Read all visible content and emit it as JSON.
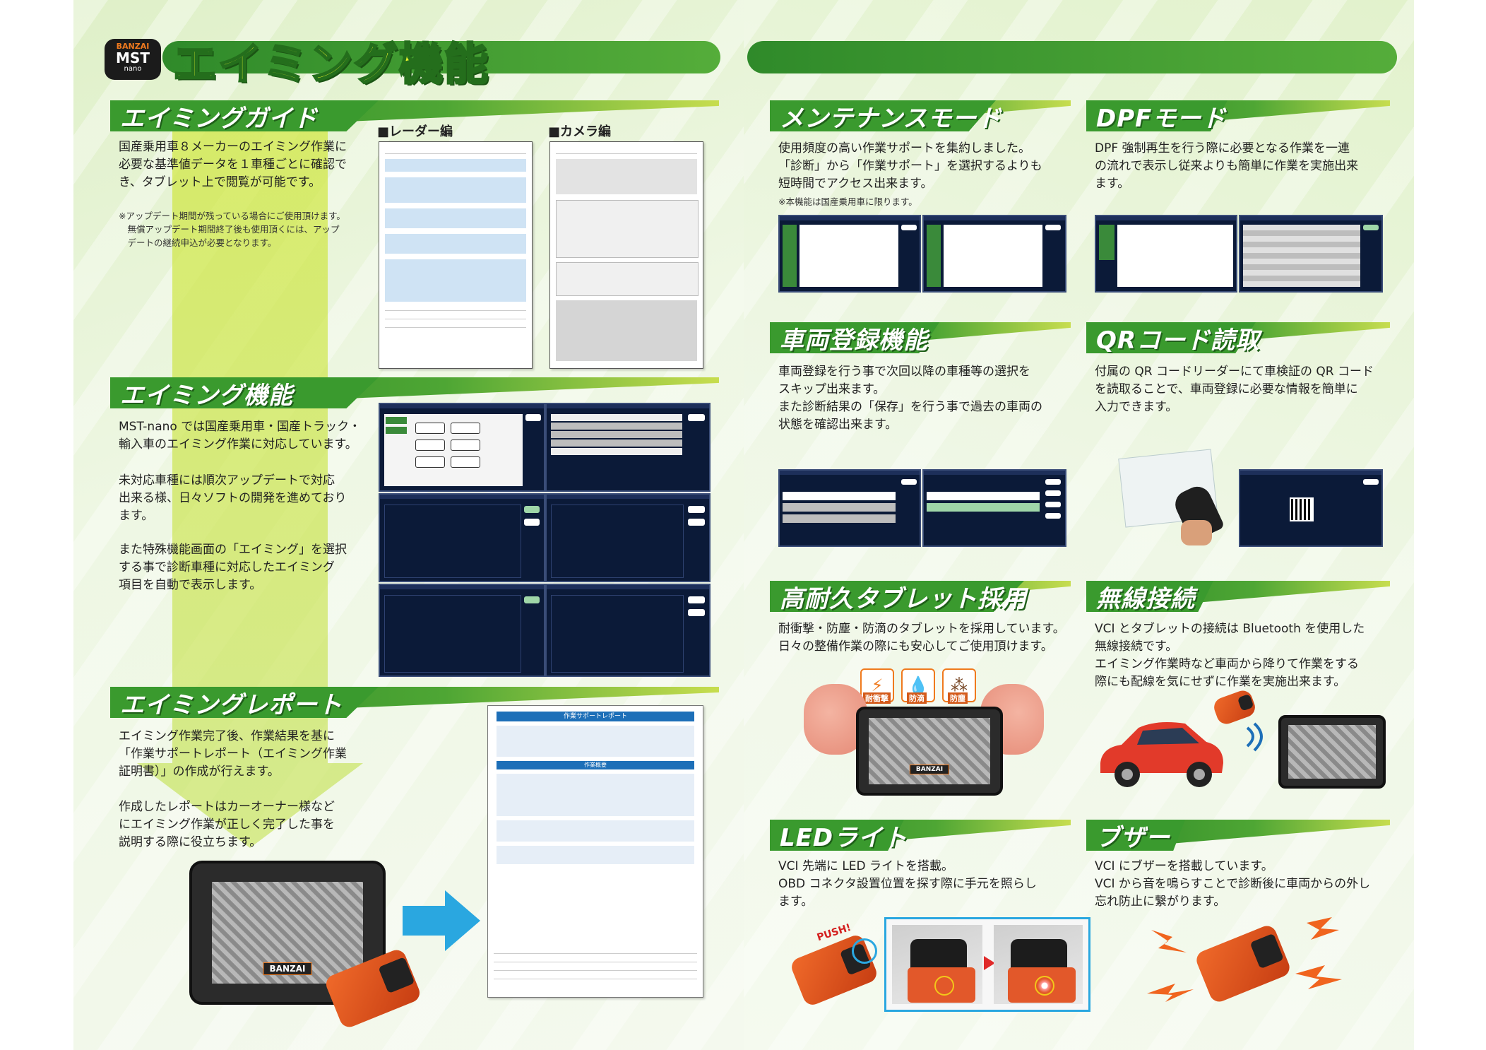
{
  "brand": {
    "top": "BANZAI",
    "middle": "MST",
    "bottom": "nano"
  },
  "page_title": "エイミング機能",
  "left": {
    "guide": {
      "heading": "エイミングガイド",
      "body": [
        "国産乗用車８メーカーのエイミング作業に",
        "必要な基準値データを１車種ごとに確認で",
        "き、タブレット上で閲覧が可能です。"
      ],
      "note": [
        "※アップデート期間が残っている場合にご使用頂けます。",
        "　無償アップデート期間終了後も使用頂くには、アップ",
        "　デートの継続申込が必要となります。"
      ],
      "radar_label": "■レーダー編",
      "camera_label": "■カメラ編"
    },
    "function": {
      "heading": "エイミング機能",
      "body1": [
        "MST-nano では国産乗用車・国産トラック・",
        "輸入車のエイミング作業に対応しています。"
      ],
      "body2": [
        "未対応車種には順次アップデートで対応",
        "出来る様、日々ソフトの開発を進めており",
        "ます。"
      ],
      "body3": [
        "また特殊機能画面の「エイミング」を選択",
        "する事で診断車種に対応したエイミング",
        "項目を自動で表示します。"
      ],
      "screen_title": "MST-nano"
    },
    "report": {
      "heading": "エイミングレポート",
      "body1": [
        "エイミング作業完了後、作業結果を基に",
        "「作業サポートレポート（エイミング作業",
        "証明書）」の作成が行えます。"
      ],
      "body2": [
        "作成したレポートはカーオーナー様など",
        "にエイミング作業が正しく完了した事を",
        "説明する際に役立ちます。"
      ],
      "doc_title": "作業サポートレポート",
      "doc_section": "作業概要",
      "tablet_brand": "BANZAI"
    }
  },
  "right": {
    "maintenance": {
      "heading": "メンテナンスモード",
      "body": [
        "使用頻度の高い作業サポートを集約しました。",
        "「診断」から「作業サポート」を選択するよりも",
        "短時間でアクセス出来ます。"
      ],
      "note": "※本機能は国産乗用車に限ります。"
    },
    "dpf": {
      "heading": "DPFモード",
      "body": [
        "DPF 強制再生を行う際に必要となる作業を一連",
        "の流れで表示し従来よりも簡単に作業を実施出来",
        "ます。"
      ]
    },
    "registration": {
      "heading": "車両登録機能",
      "body": [
        "車両登録を行う事で次回以降の車種等の選択を",
        "スキップ出来ます。",
        "また診断結果の「保存」を行う事で過去の車両の",
        "状態を確認出来ます。"
      ]
    },
    "qr": {
      "heading": "QRコード読取",
      "body": [
        "付属の QR コードリーダーにて車検証の QR コード",
        "を読取ることで、車両登録に必要な情報を簡単に",
        "入力できます。"
      ]
    },
    "tablet": {
      "heading": "高耐久タブレット採用",
      "body": [
        "耐衝撃・防塵・防滴のタブレットを採用しています。",
        "日々の整備作業の際にも安心してご使用頂けます。"
      ],
      "icons": [
        {
          "name": "shock-icon",
          "glyph": "⚡",
          "caption": "耐衝撃"
        },
        {
          "name": "drop-icon",
          "glyph": "💧",
          "caption": "防滴"
        },
        {
          "name": "dust-icon",
          "glyph": "⁂",
          "caption": "防塵"
        }
      ],
      "tablet_brand": "BANZAI"
    },
    "wireless": {
      "heading": "無線接続",
      "body": [
        "VCI とタブレットの接続は Bluetooth を使用した",
        "無線接続です。",
        "エイミング作業時など車両から降りて作業をする",
        "際にも配線を気にせずに作業を実施出来ます。"
      ]
    },
    "led": {
      "heading": "LEDライト",
      "body": [
        "VCI 先端に LED ライトを搭載。",
        "OBD コネクタ設置位置を探す際に手元を照らし",
        "ます。"
      ],
      "push_label": "PUSH!"
    },
    "buzzer": {
      "heading": "ブザー",
      "body": [
        "VCI にブザーを搭載しています。",
        "VCI から音を鳴らすことで診断後に車両からの外し",
        "忘れ防止に繋がります。"
      ]
    }
  },
  "colors": {
    "green": "#3a9a2e",
    "title_yellow": "#e8f42c",
    "orange": "#f06a2a",
    "navy": "#0b1a38"
  }
}
